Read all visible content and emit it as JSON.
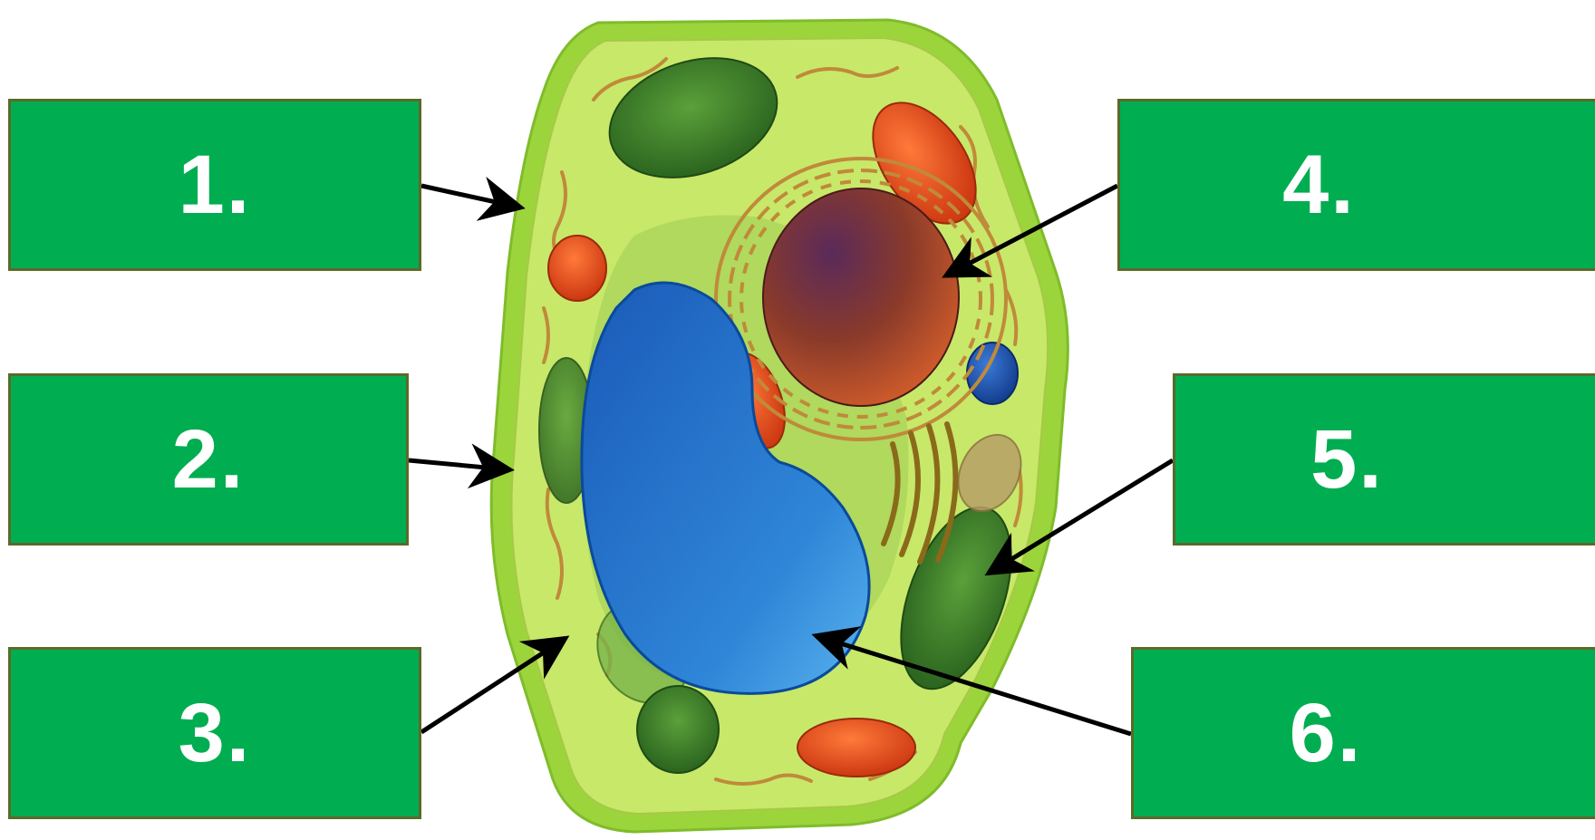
{
  "labels": [
    {
      "id": "1",
      "text": "1."
    },
    {
      "id": "2",
      "text": "2."
    },
    {
      "id": "3",
      "text": "3."
    },
    {
      "id": "4",
      "text": "4."
    },
    {
      "id": "5",
      "text": "5."
    },
    {
      "id": "6",
      "text": "6."
    }
  ],
  "colors": {
    "label_box_fill": "#00ad50",
    "label_box_border": "#5a6a2a",
    "label_text": "#ffffff",
    "cell_wall": "#9cd43c",
    "cytoplasm": "#c8e86a",
    "vacuole": "#2a78d0",
    "nucleus": "#9a4a2a",
    "chloroplast": "#3f8a2c",
    "mitochondrion": "#e04a1a",
    "arrow": "#000000"
  }
}
